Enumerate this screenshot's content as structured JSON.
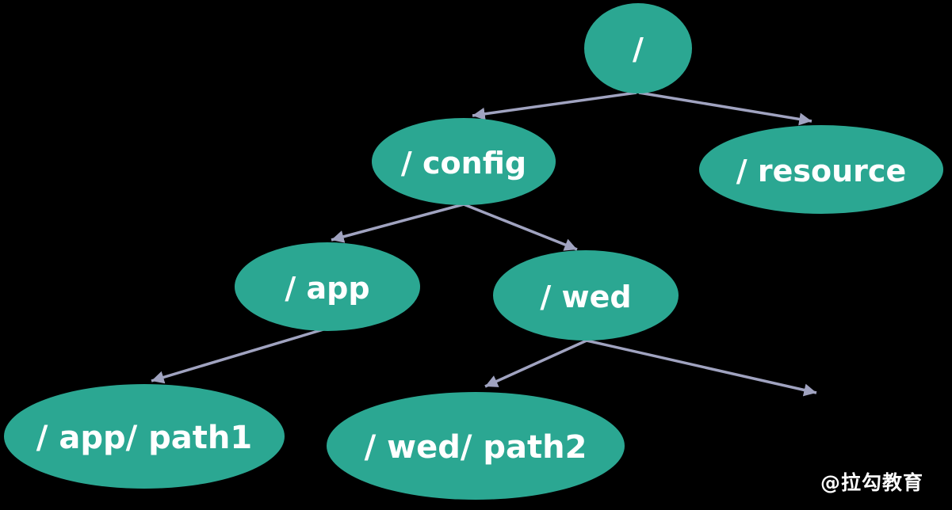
{
  "diagram": {
    "type": "tree",
    "nodes": {
      "root": {
        "label": "/"
      },
      "config": {
        "label": "/ config"
      },
      "resource": {
        "label": "/ resource"
      },
      "app": {
        "label": "/ app"
      },
      "wed": {
        "label": "/ wed"
      },
      "app_path1": {
        "label": "/ app/ path1"
      },
      "wed_path2": {
        "label": "/ wed/ path2"
      }
    },
    "edges": [
      {
        "from": "/",
        "to": "/ config"
      },
      {
        "from": "/",
        "to": "/ resource"
      },
      {
        "from": "/ config",
        "to": "/ app"
      },
      {
        "from": "/ config",
        "to": "/ wed"
      },
      {
        "from": "/ app",
        "to": "/ app/ path1"
      },
      {
        "from": "/ wed",
        "to": "/ wed/ path2"
      },
      {
        "from": "/ wed",
        "to": ""
      }
    ]
  },
  "watermark": "@拉勾教育",
  "colors": {
    "background": "#000000",
    "node_fill": "#2ba792",
    "node_text": "#ffffff",
    "edge": "#a0a3c0"
  }
}
